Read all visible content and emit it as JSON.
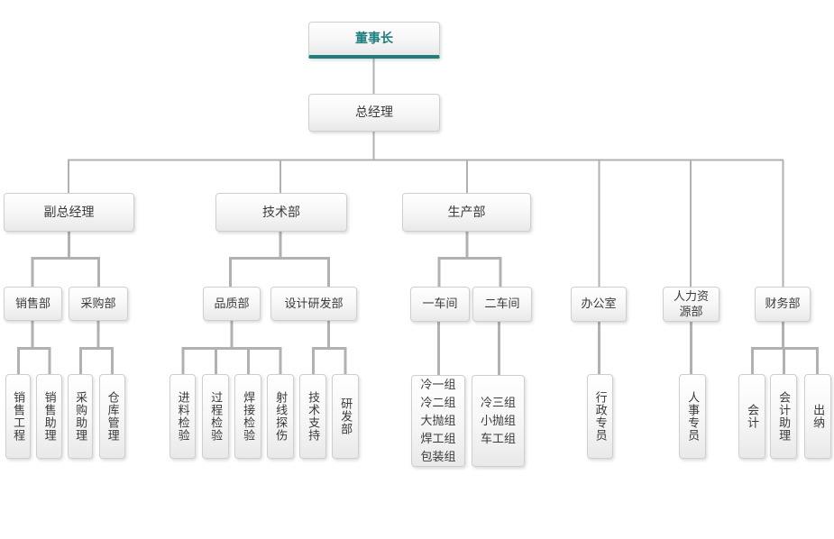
{
  "org": {
    "chairman": {
      "label": "董事长"
    },
    "gm": {
      "label": "总经理",
      "children": [
        {
          "label": "副总经理",
          "children": [
            {
              "label": "销售部",
              "children": [
                {
                  "label": "销售工程"
                },
                {
                  "label": "销售助理"
                }
              ]
            },
            {
              "label": "采购部",
              "children": [
                {
                  "label": "采购助理"
                },
                {
                  "label": "仓库管理"
                }
              ]
            }
          ]
        },
        {
          "label": "技术部",
          "children": [
            {
              "label": "品质部",
              "children": [
                {
                  "label": "进料检验"
                },
                {
                  "label": "过程检验"
                },
                {
                  "label": "焊接检验"
                },
                {
                  "label": "射线探伤"
                }
              ]
            },
            {
              "label": "设计研发部",
              "children": [
                {
                  "label": "技术支持"
                },
                {
                  "label": "研发部"
                }
              ]
            }
          ]
        },
        {
          "label": "生产部",
          "children": [
            {
              "label": "一车间",
              "children": [
                {
                  "label": "冷一组\n冷二组\n大抛组\n焊工组\n包装组"
                }
              ]
            },
            {
              "label": "二车间",
              "children": [
                {
                  "label": "冷三组\n小抛组\n车工组"
                }
              ]
            }
          ]
        },
        {
          "label": "办公室",
          "children": [
            {
              "label": "行政专员"
            }
          ]
        },
        {
          "label": "人力资源部",
          "children": [
            {
              "label": "人事专员"
            }
          ]
        },
        {
          "label": "财务部",
          "children": [
            {
              "label": "会计"
            },
            {
              "label": "会计助理"
            },
            {
              "label": "出纳"
            }
          ]
        }
      ]
    }
  },
  "colors": {
    "accent_teal": "#1f7e7e",
    "connector_gray": "#b1b1b1",
    "node_border": "#cfcfcf",
    "text": "#3a3a3a"
  }
}
